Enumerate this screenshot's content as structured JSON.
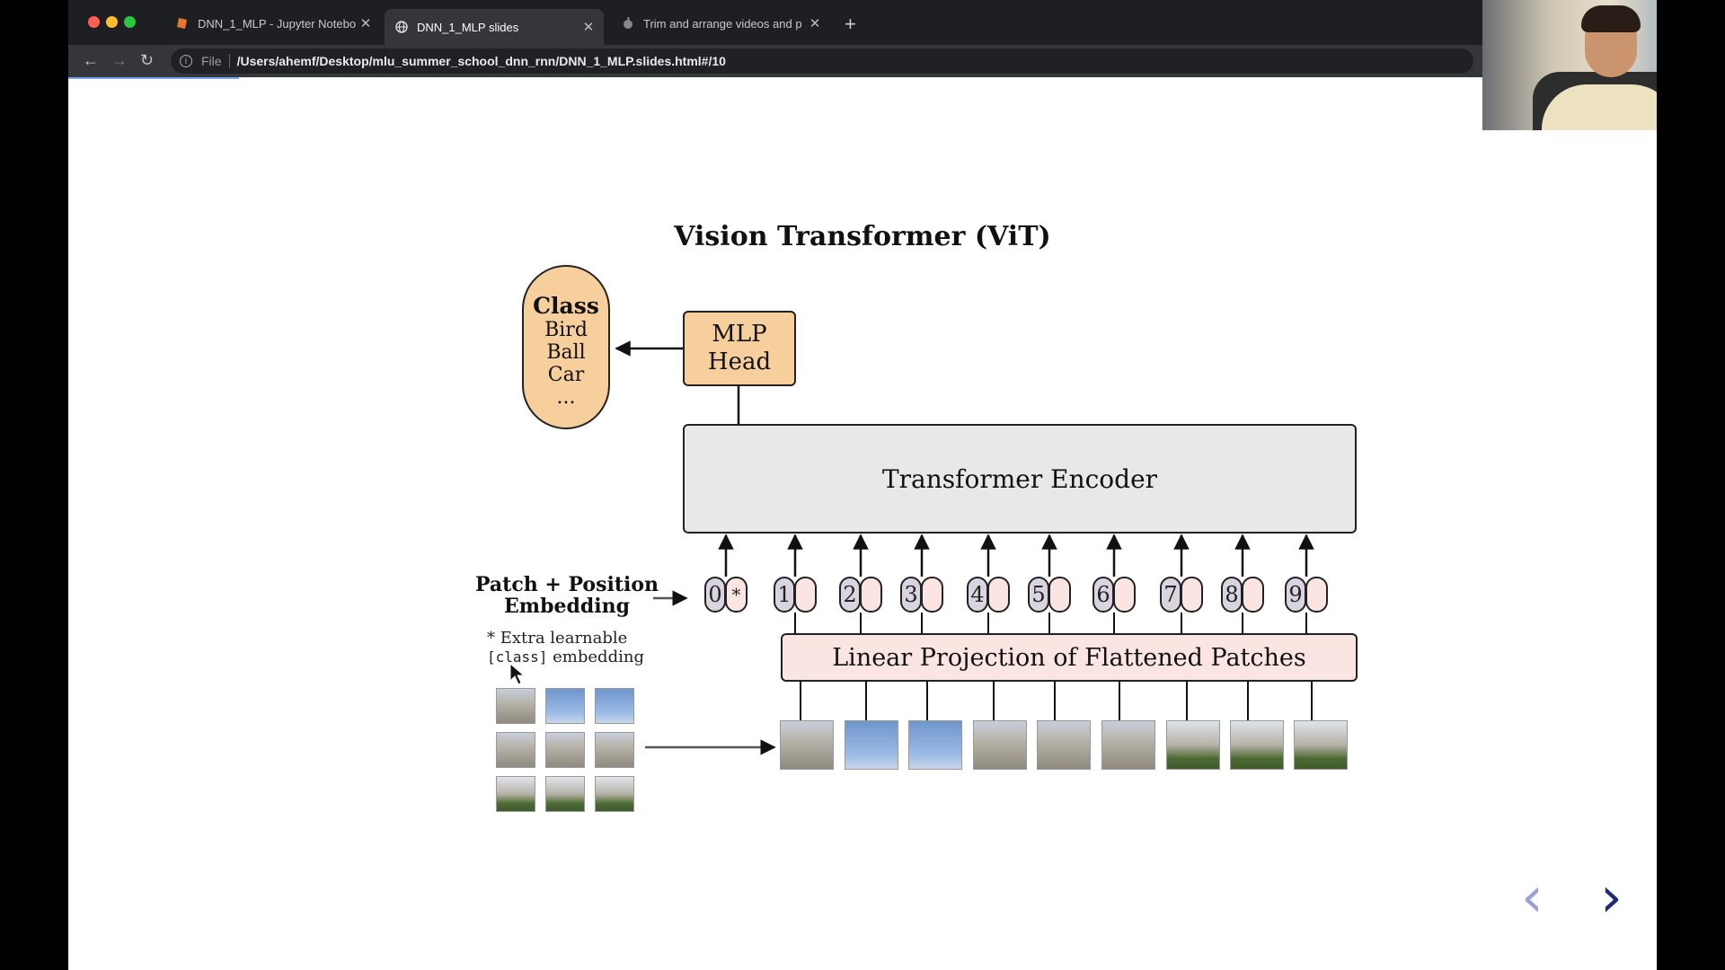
{
  "browser": {
    "tabs": [
      {
        "label": "DNN_1_MLP - Jupyter Notebo",
        "icon": "jupyter-icon"
      },
      {
        "label": "DNN_1_MLP slides",
        "icon": "globe-icon",
        "active": true
      },
      {
        "label": "Trim and arrange videos and p",
        "icon": "apple-icon"
      }
    ],
    "protocol_label": "File",
    "url": "/Users/ahemf/Desktop/mlu_summer_school_dnn_rnn/DNN_1_MLP.slides.html#/10"
  },
  "slide": {
    "title": "Vision Transformer (ViT)",
    "class_box": {
      "heading": "Class",
      "items": [
        "Bird",
        "Ball",
        "Car",
        "..."
      ]
    },
    "mlp_head": {
      "line1": "MLP",
      "line2": "Head"
    },
    "encoder_label": "Transformer Encoder",
    "projection_label": "Linear Projection of Flattened Patches",
    "embedding_label": {
      "line1": "Patch + Position",
      "line2": "Embedding"
    },
    "note": {
      "line1": "* Extra learnable",
      "code": "[class]",
      "line2_rest": " embedding"
    },
    "tokens": [
      {
        "index": "0",
        "embed": "*"
      },
      {
        "index": "1",
        "embed": ""
      },
      {
        "index": "2",
        "embed": ""
      },
      {
        "index": "3",
        "embed": ""
      },
      {
        "index": "4",
        "embed": ""
      },
      {
        "index": "5",
        "embed": ""
      },
      {
        "index": "6",
        "embed": ""
      },
      {
        "index": "7",
        "embed": ""
      },
      {
        "index": "8",
        "embed": ""
      },
      {
        "index": "9",
        "embed": ""
      }
    ]
  },
  "nav": {
    "prev": "‹",
    "next": "›"
  },
  "colors": {
    "accent_box": "#f7cf9c",
    "encoder": "#e8e8e8",
    "projection": "#fbe5e3",
    "token": "#d9d4df",
    "nav_next": "#1f2a7a",
    "nav_prev": "#9ba3d6"
  }
}
